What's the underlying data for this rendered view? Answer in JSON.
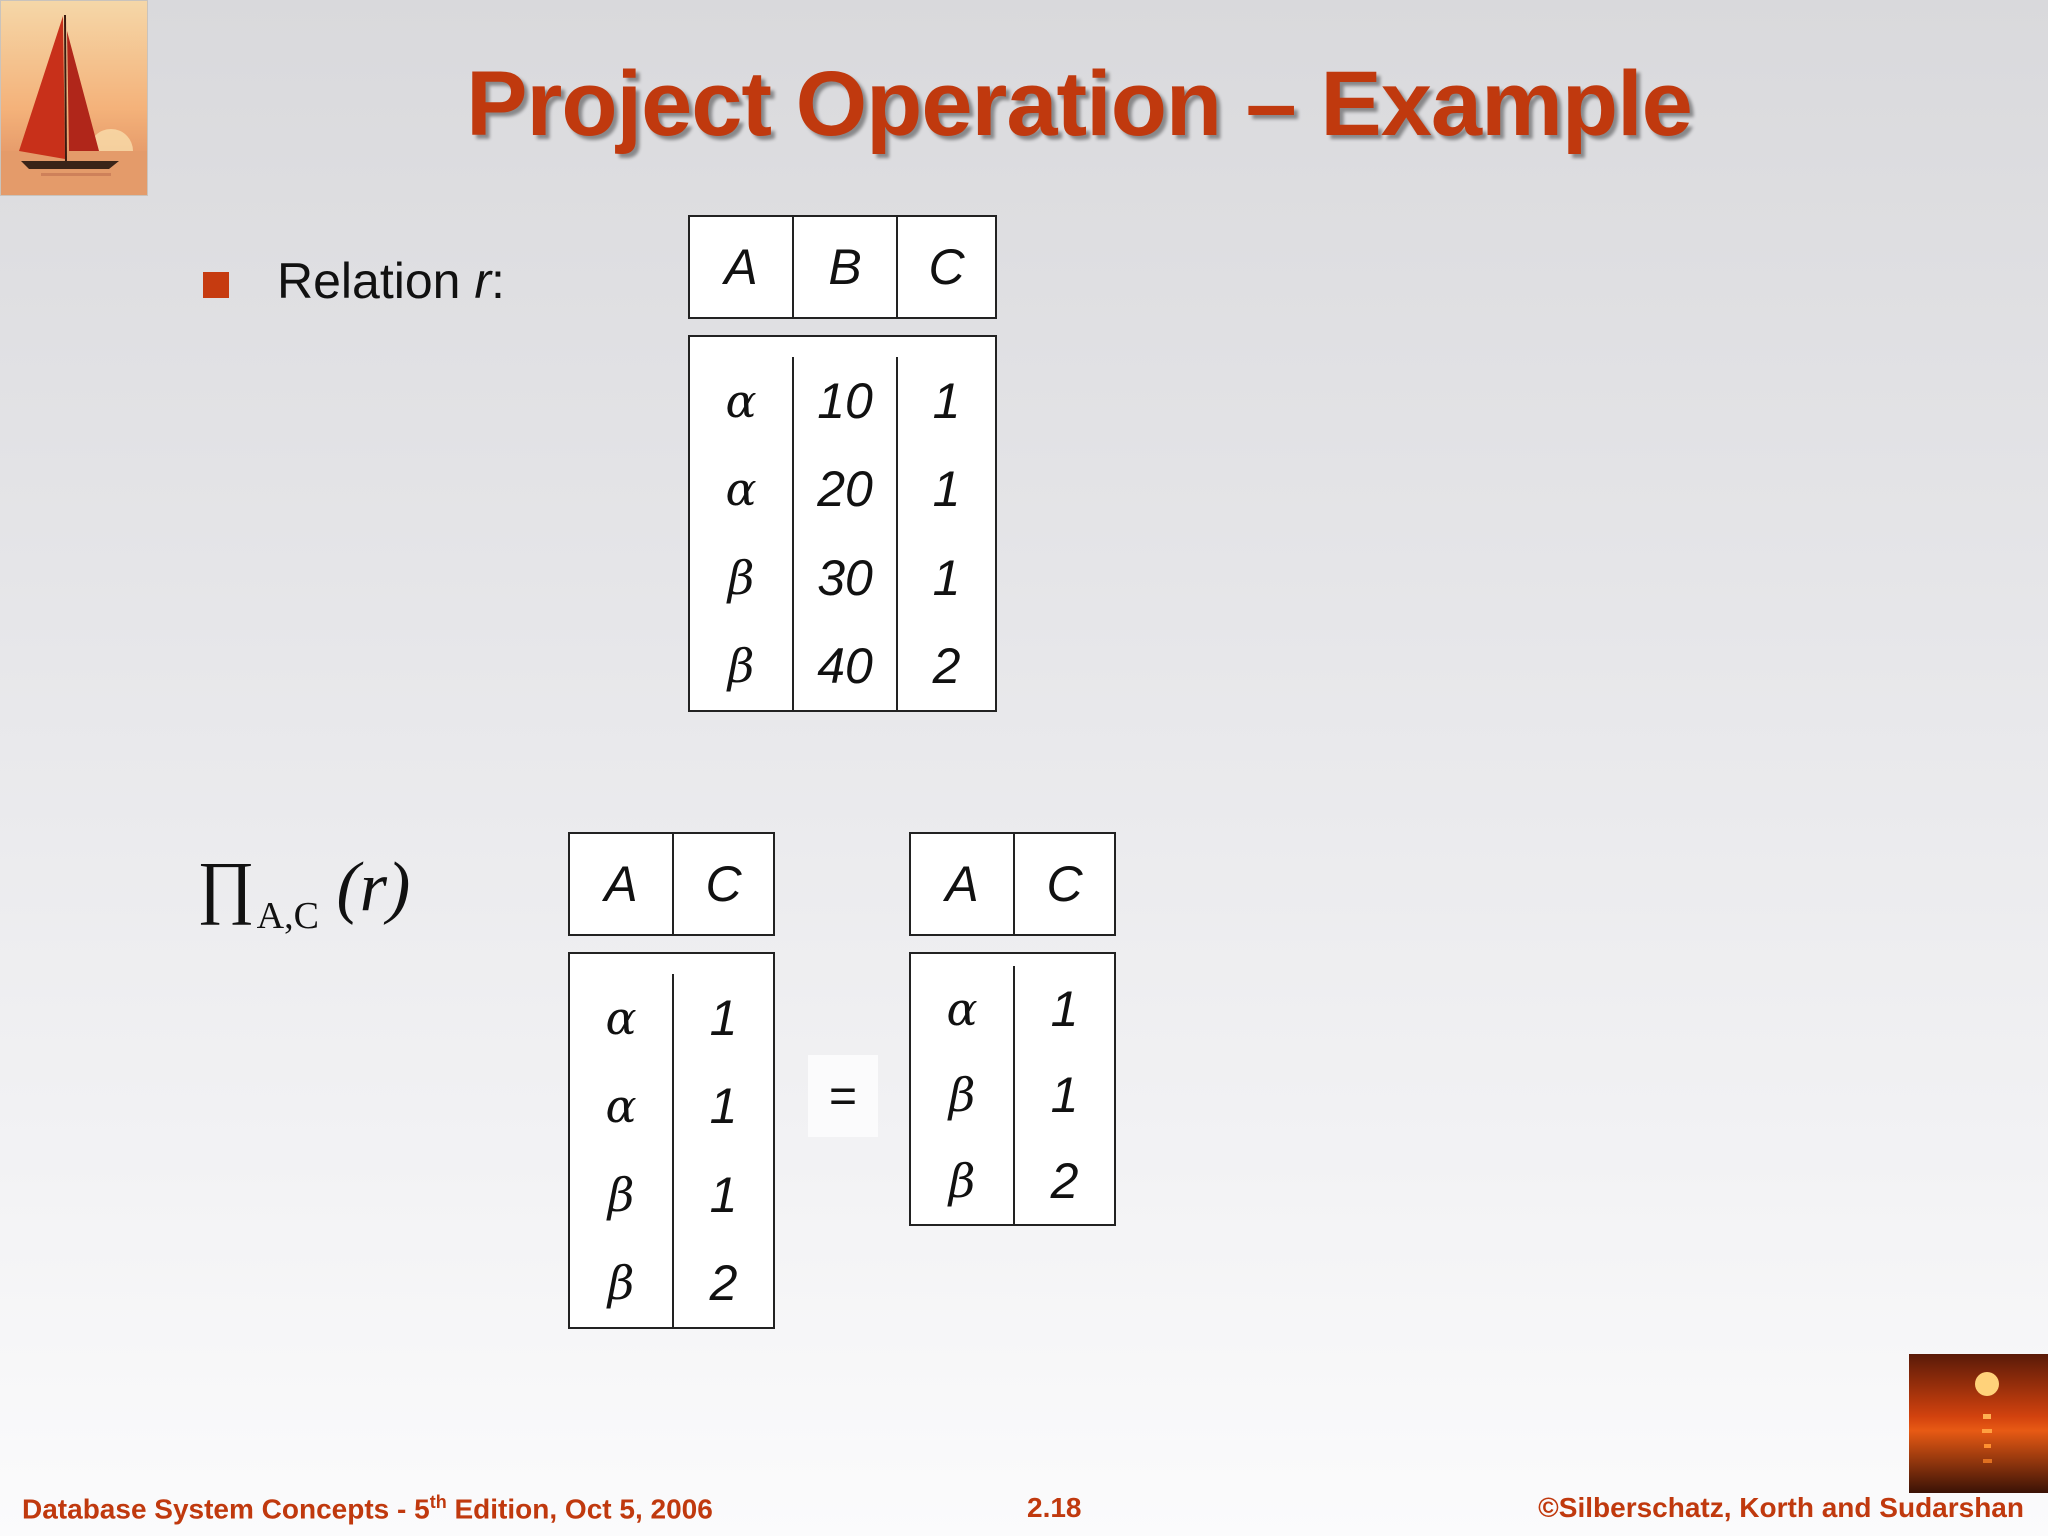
{
  "slide": {
    "title": "Project Operation – Example",
    "relation_label": {
      "prefix": "Relation ",
      "name": "r",
      "suffix": ":"
    },
    "projection": {
      "symbol": "∏",
      "subscript": "A,C",
      "argument": "(r)"
    },
    "equals": "="
  },
  "relation_r": {
    "headers": [
      "A",
      "B",
      "C"
    ],
    "rows": [
      [
        "α",
        "10",
        "1"
      ],
      [
        "α",
        "20",
        "1"
      ],
      [
        "β",
        "30",
        "1"
      ],
      [
        "β",
        "40",
        "2"
      ]
    ]
  },
  "intermediate": {
    "headers": [
      "A",
      "C"
    ],
    "rows": [
      [
        "α",
        "1"
      ],
      [
        "α",
        "1"
      ],
      [
        "β",
        "1"
      ],
      [
        "β",
        "2"
      ]
    ]
  },
  "result": {
    "headers": [
      "A",
      "C"
    ],
    "rows": [
      [
        "α",
        "1"
      ],
      [
        "β",
        "1"
      ],
      [
        "β",
        "2"
      ]
    ]
  },
  "footer": {
    "left_pre": "Database System Concepts - 5",
    "left_sup": "th",
    "left_post": " Edition, Oct 5, 2006",
    "center": "2.18",
    "right": "©Silberschatz, Korth and Sudarshan"
  }
}
